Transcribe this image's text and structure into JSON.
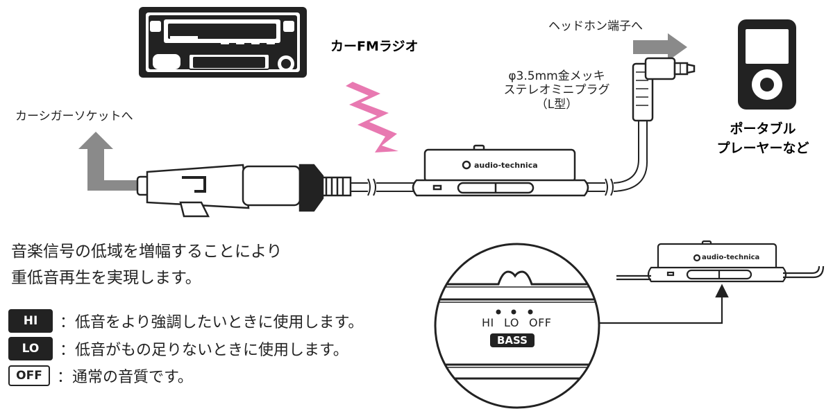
{
  "labels": {
    "car_socket": "カーシガーソケットへ",
    "fm_radio": "カーFMラジオ",
    "headphone_jack": "ヘッドホン端子へ",
    "plug_line1": "φ3.5mm金メッキ",
    "plug_line2": "ステレオミニプラグ",
    "plug_line3": "（L型）",
    "player_line1": "ポータブル",
    "player_line2": "プレーヤーなど",
    "device_brand": "audio-technica"
  },
  "description": {
    "line1": "音楽信号の低域を増幅することにより",
    "line2": "重低音再生を実現します。"
  },
  "modes": [
    {
      "badge": "HI",
      "text": "：低音をより強調したいときに使用します。"
    },
    {
      "badge": "LO",
      "text": "：低音がもの足りないときに使用します。"
    },
    {
      "badge": "OFF",
      "text": "：通常の音質です。"
    }
  ],
  "zoom": {
    "hi": "HI",
    "lo": "LO",
    "off": "OFF",
    "bass": "BASS"
  },
  "colors": {
    "ink": "#222222",
    "arrow_gray": "#8a8a8a",
    "signal_pink": "#e56aa8"
  }
}
